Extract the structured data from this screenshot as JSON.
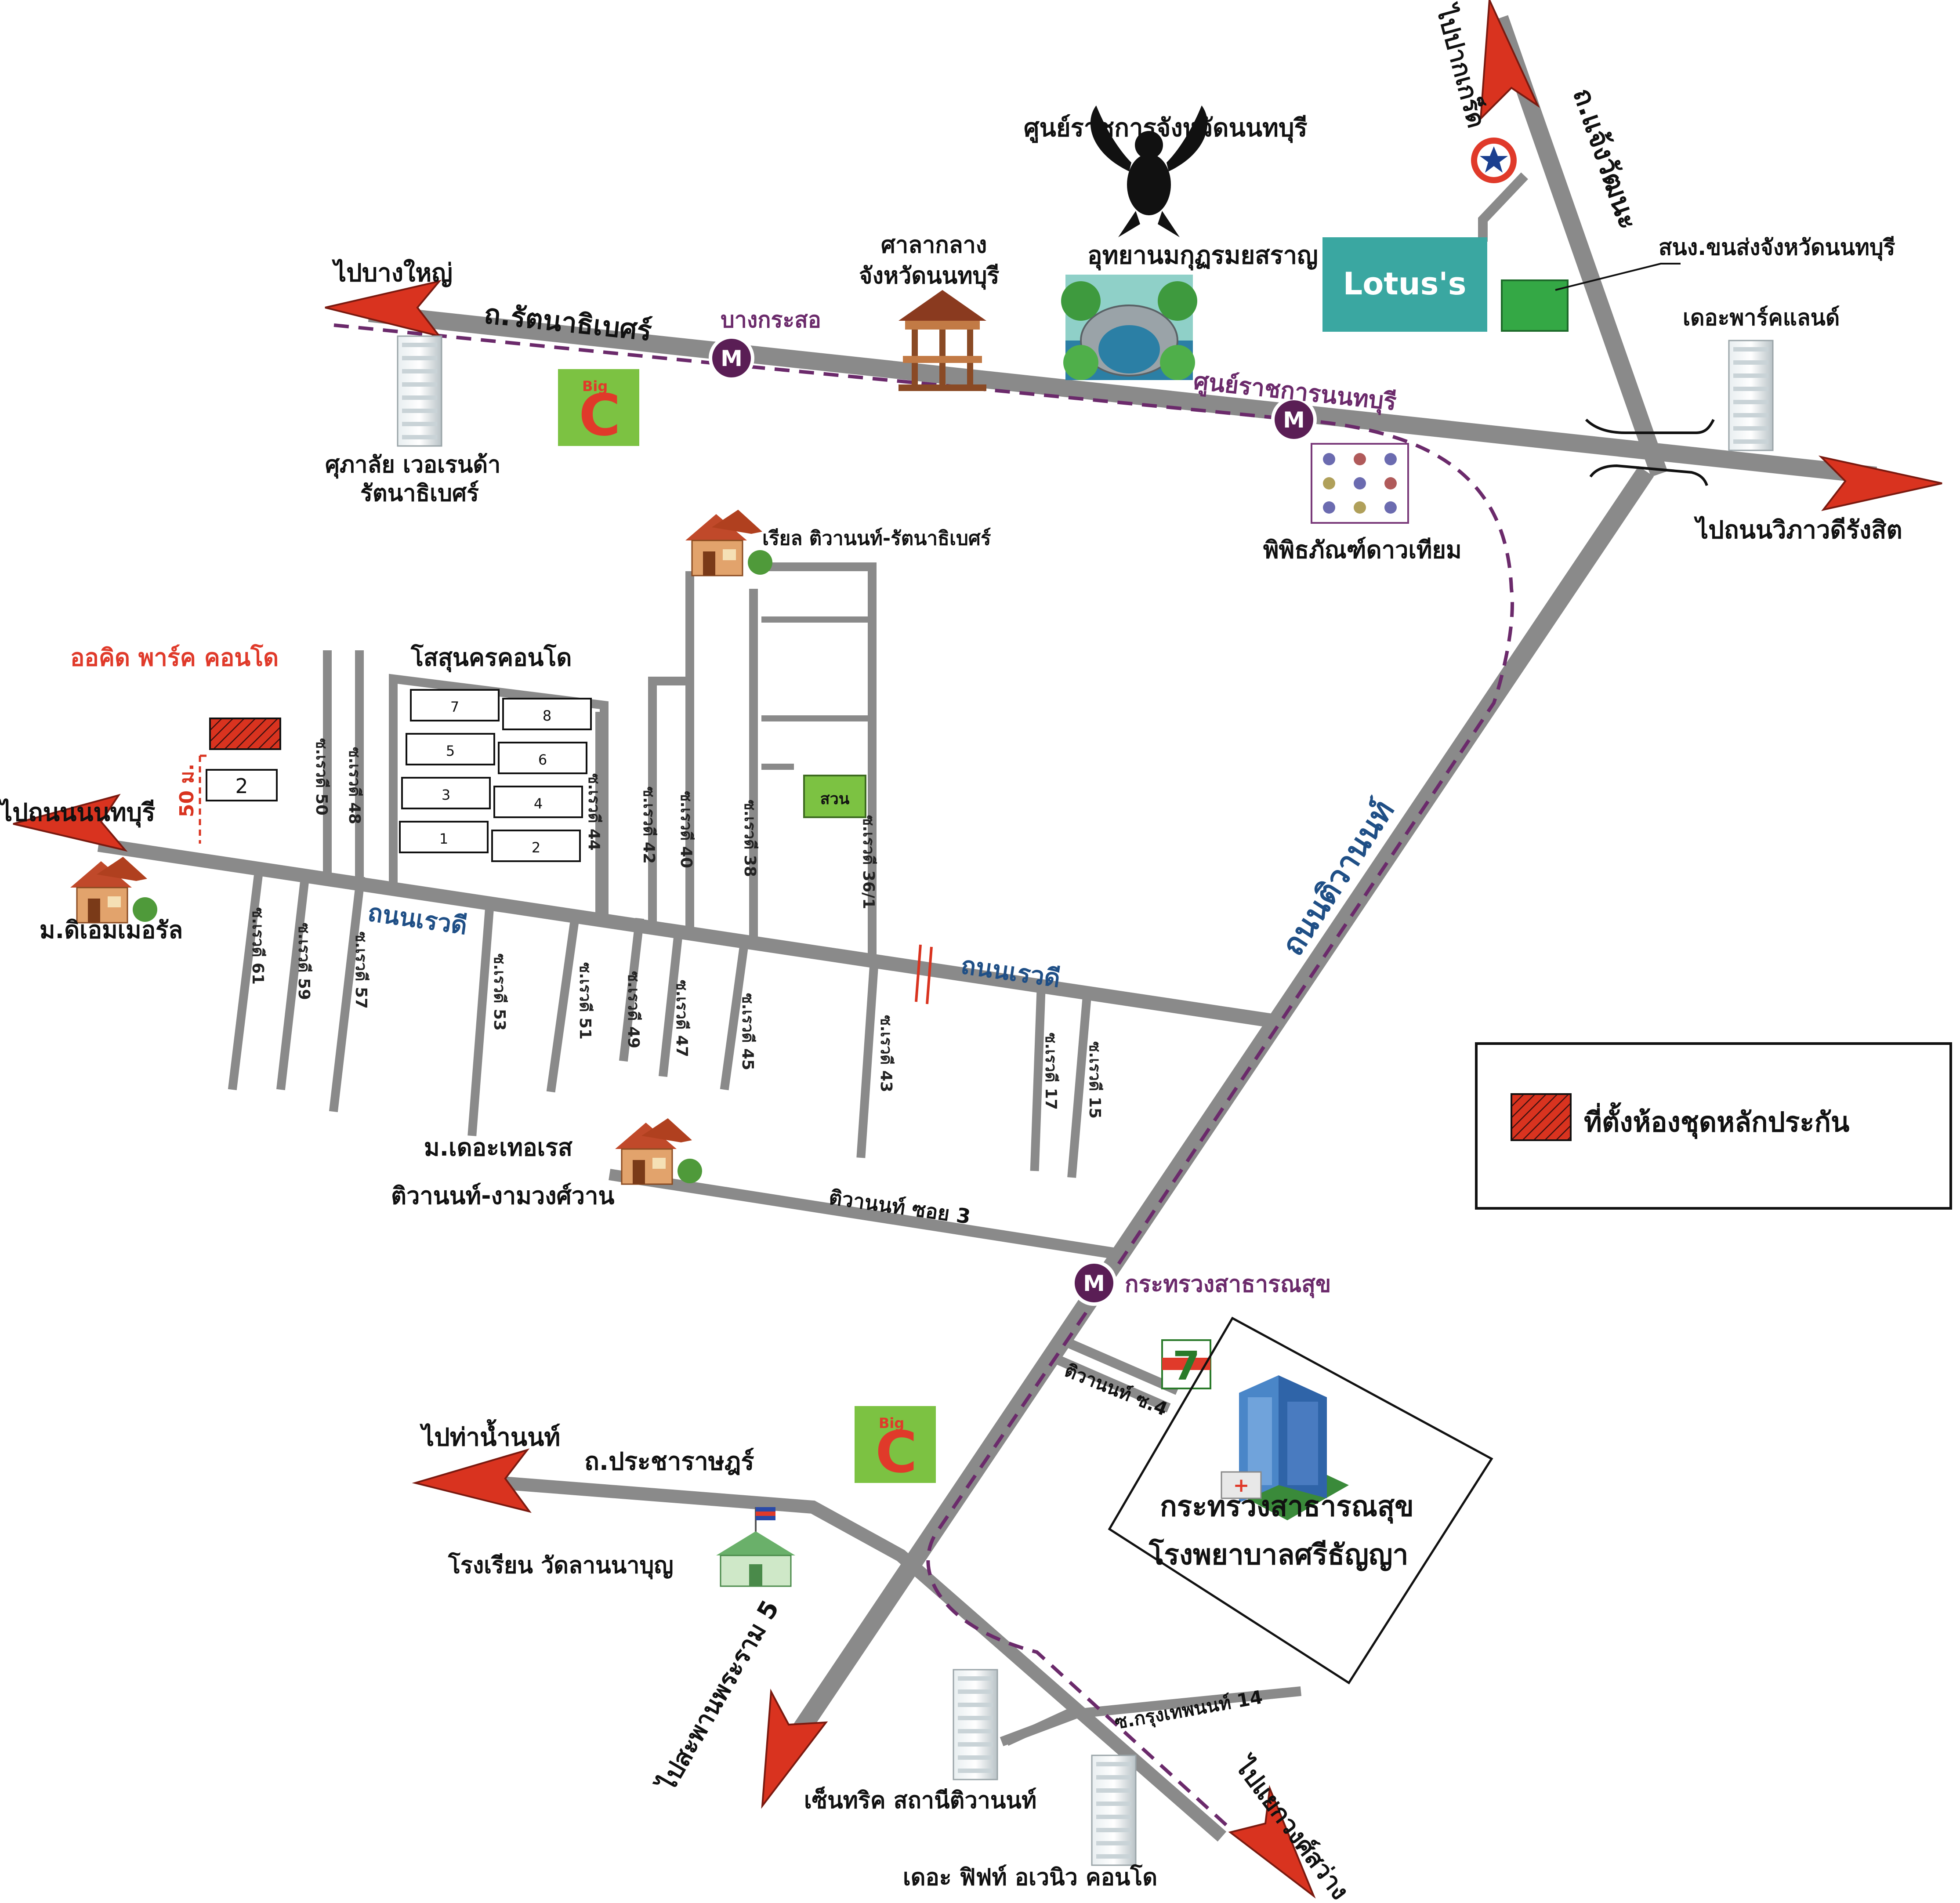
{
  "colors": {
    "road": "#8a8a8a",
    "metro": "#6b2a6b",
    "arrow": "#d9331f",
    "subject": "#d9331f",
    "green_box": "#34a845",
    "lotus": "#3aa7a1",
    "bigc_bg": "#7cc242",
    "road_name": "#1f4f86",
    "orchid_label": "#e03a2a"
  },
  "directions": {
    "bang_yai": "ไปบางใหญ่",
    "pak_kret": "ไปปากเกร็ด",
    "vibhavadi": "ไปถนนวิภาวดีรังสิต",
    "nonthaburi": "ไปถนนนนทบุรี",
    "tha_nam": "ไปท่าน้ำนนท์",
    "rama5": "ไปสะพานพระราม 5",
    "kwang": "ไปแยกวงศ์สว่าง"
  },
  "roads": {
    "rattanathibet": "ถ.รัตนาธิเบศร์",
    "chaengwattana": "ถ.แจ้งวัฒนะ",
    "tiwanon": "ถนนติวานนท์",
    "rewadee_1": "ถนนเรวดี",
    "rewadee_2": "ถนนเรวดี",
    "prachanarat": "ถ.ประชาราษฎร์",
    "tiwanon_soi3": "ติวานนท์ ซอย 3",
    "tiwanon_soi4": "ติวานนท์ ซ.4",
    "krungthepnon_soi14": "ซ.กรุงเทพนนท์ 14"
  },
  "stations": {
    "bang_krasor": "บางกระสอ",
    "nonthaburi_gov": "ศูนย์ราชการนนทบุรี",
    "health_ministry": "กระทรวงสาธารณสุข",
    "icon": "M"
  },
  "landmarks": {
    "provincial_gov": "ศูนย์ราชการจังหวัดนนทบุรี",
    "park": "อุทยานมกุฏรมยสราญ",
    "city_hall_1": "ศาลากลาง",
    "city_hall_2": "จังหวัดนนทบุรี",
    "transport_office": "สนง.ขนส่งจังหวัดนนทบุรี",
    "lotus_brand": "Lotus's",
    "park_land": "เดอะพาร์คแลนด์",
    "supalai_1": "ศุภาลัย เวอเรนด้า",
    "supalai_2": "รัตนาธิเบศร์",
    "satellite_museum": "พิพิธภัณฑ์ดาวเทียม",
    "real_tiwanon": "เรียล ติวานนท์-รัตนาธิเบศร์",
    "orchid_park": "ออคิด พาร์ค คอนโด",
    "sosuk": "โสสุนครคอนโด",
    "garden": "สวน",
    "de_emerald": "ม.ดิเอมเมอรัล",
    "terrace_1": "ม.เดอะเทอเรส",
    "terrace_2": "ติวานนท์-งามวงศ์วาน",
    "moph_1": "กระทรวงสาธารณสุข",
    "moph_2": "โรงพยาบาลศรีธัญญา",
    "school": "โรงเรียน วัดลานนาบุญ",
    "centric": "เซ็นทริค สถานีติวานนท์",
    "fifth_avenue": "เดอะ ฟิฟท์ อเวนิว คอนโด",
    "distance": "50 ม.",
    "bigc_top": "Big",
    "bigc_letter": "C",
    "seven": "7"
  },
  "buildings_left": [
    "2"
  ],
  "sosuk_blocks": [
    "7",
    "8",
    "5",
    "6",
    "3",
    "4",
    "1",
    "2"
  ],
  "sois_north": [
    "ซ.เรวดี 50",
    "ซ.เรวดี 48",
    "ซ.เรวดี 44",
    "ซ.เรวดี 42",
    "ซ.เรวดี 40",
    "ซ.เรวดี 38",
    "ซ.เรวดี 36/1"
  ],
  "sois_south": [
    "ซ.เรวดี 61",
    "ซ.เรวดี 59",
    "ซ.เรวดี 57",
    "ซ.เรวดี 53",
    "ซ.เรวดี 51",
    "ซ.เรวดี 49",
    "ซ.เรวดี 47",
    "ซ.เรวดี 45",
    "ซ.เรวดี 43",
    "ซ.เรวดี 17",
    "ซ.เรวดี 15"
  ],
  "legend": {
    "label": "ที่ตั้งห้องชุดหลักประกัน"
  }
}
